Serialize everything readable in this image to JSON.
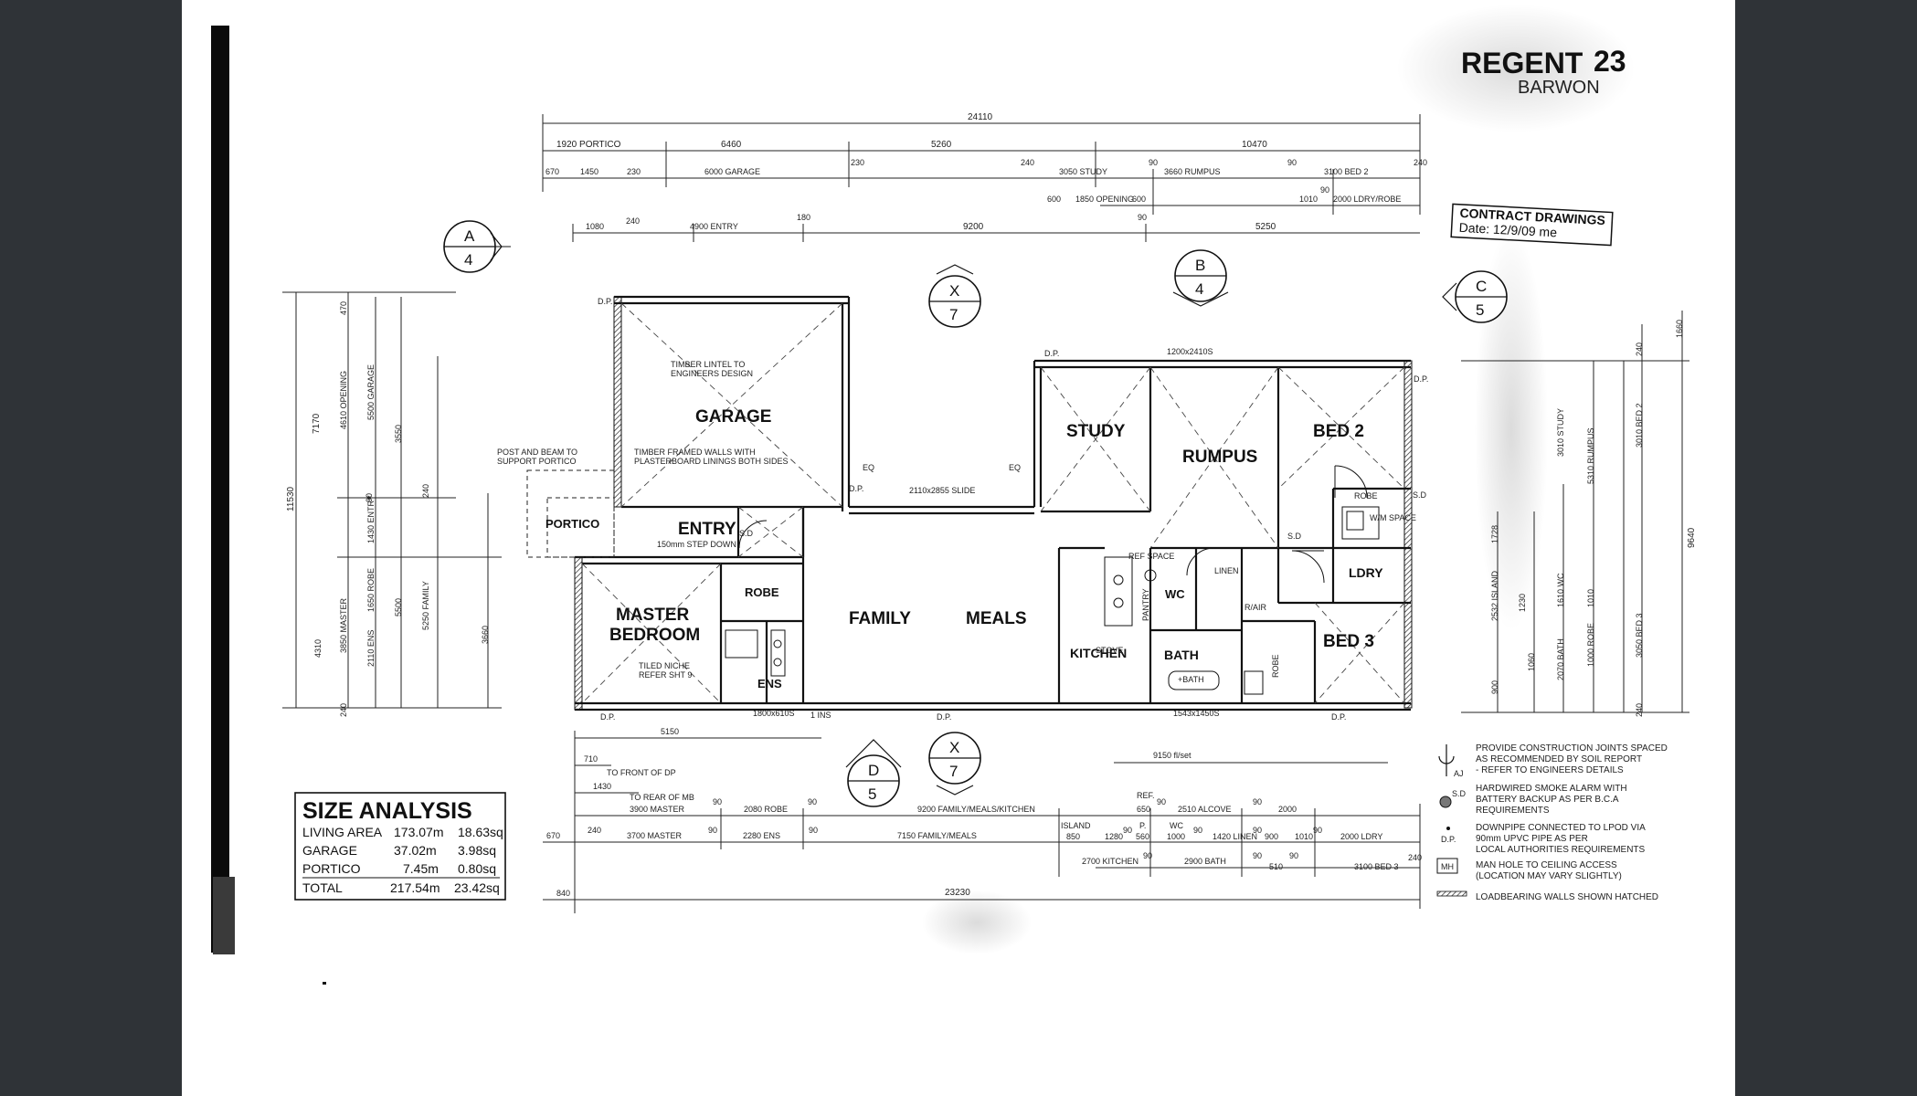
{
  "title": {
    "name": "REGENT",
    "number": "23",
    "subtitle": "BARWON"
  },
  "stamp": {
    "line1": "CONTRACT DRAWINGS",
    "line2": "Date: 12/9/09 me"
  },
  "rooms": {
    "garage": "GARAGE",
    "portico": "PORTICO",
    "entry": "ENTRY",
    "master": "MASTER",
    "bedroom": "BEDROOM",
    "robe": "ROBE",
    "ens": "ENS",
    "family": "FAMILY",
    "meals": "MEALS",
    "study": "STUDY",
    "rumpus": "RUMPUS",
    "bed2": "BED 2",
    "ldry": "LDRY",
    "bed3": "BED 3",
    "kitchen": "KITCHEN",
    "wc": "WC",
    "bath": "BATH",
    "linen": "LINEN",
    "pantry": "PANTRY",
    "ref_space": "REF SPACE",
    "r_air": "R/AIR",
    "robe2": "ROBE",
    "robe3": "ROBE",
    "wm_space": "W/M SPACE",
    "bath_fixture": "+BATH"
  },
  "notes": {
    "timber_lintel": "TIMBER LINTEL TO",
    "engineers_design": "ENGINEERS DESIGN",
    "timber_framed": "TIMBER FRAMED WALLS WITH",
    "plasterboard": "PLASTERBOARD LININGS BOTH SIDES",
    "post_beam": "POST AND BEAM TO",
    "support_portico": "SUPPORT PORTICO",
    "step_down": "150mm STEP DOWN",
    "tiled_niche": "TILED NICHE",
    "refer_sht": "REFER SHT 9",
    "slider_top": "1200x2410S",
    "slider_meals": "2110x2855 SLIDE",
    "slider_bottom": "1543x1450S",
    "win_master": "1800x610S",
    "flat_set": "9150 fl/set",
    "dp1": "D.P.",
    "dp2": "D.P.",
    "dp3": "D.P.",
    "dp4": "D.P.",
    "dp5": "D.P.",
    "dp6": "D.P.",
    "dp7": "D.P.",
    "sd1": "S.D",
    "sd2": "S.D",
    "sd3": "S.D",
    "eq1": "EQ",
    "eq2": "EQ",
    "stove": "STOVE",
    "to_front": "TO FRONT OF DP",
    "to_rear": "TO REAR OF MB",
    "ins": "1 INS"
  },
  "top_dims": {
    "overall": "24110",
    "row1": [
      "1920 PORTICO",
      "6460",
      "5260",
      "10470"
    ],
    "row2": [
      "670",
      "1450",
      "230",
      "6000 GARAGE",
      "230",
      "240",
      "3050 STUDY",
      "90",
      "3660 RUMPUS",
      "90",
      "3100 BED 2",
      "240"
    ],
    "row3": [
      "600",
      "1850 OPENING",
      "600",
      "1010",
      "2000 LDRY/ROBE",
      "90",
      "90"
    ],
    "row4": [
      "1080",
      "240",
      "4900 ENTRY",
      "180",
      "9200",
      "5250"
    ]
  },
  "bottom_dims": {
    "r1": [
      "5150",
      "710",
      "1430"
    ],
    "r2": [
      "3900 MASTER",
      "90",
      "2080 ROBE",
      "90",
      "9200 FAMILY/MEALS/KITCHEN",
      "REF.",
      "650",
      "90",
      "2510 ALCOVE",
      "90",
      "2000"
    ],
    "r3": [
      "670",
      "240",
      "3700 MASTER",
      "90",
      "2280 ENS",
      "90",
      "7150 FAMILY/MEALS",
      "ISLAND",
      "850",
      "1280",
      "90",
      "P.",
      "560",
      "WC",
      "1000",
      "90",
      "1420 LINEN",
      "90",
      "900",
      "1010",
      "90",
      "2000 LDRY"
    ],
    "r4": [
      "2700 KITCHEN",
      "90",
      "2900 BATH",
      "90",
      "510",
      "90",
      "3100 BED 3",
      "240"
    ],
    "overall": "23230",
    "left": "840"
  },
  "left_dims": [
    "7170",
    "4610 OPENING",
    "5500 GARAGE",
    "3550",
    "11530",
    "1430 ENTRY",
    "1650 ROBE",
    "5500",
    "5250 FAMILY",
    "3850 MASTER",
    "2110 ENS",
    "3660",
    "4310",
    "240",
    "470",
    "90",
    "240"
  ],
  "right_dims": [
    "1660",
    "3010 STUDY",
    "5310 RUMPUS",
    "3010 BED 2",
    "9640",
    "2532 ISLAND",
    "1230",
    "1728",
    "1610 WC",
    "1010",
    "2070 BATH",
    "1000 ROBE",
    "3050 BED 3",
    "1060",
    "900",
    "240",
    "240"
  ],
  "section_markers": [
    {
      "letter": "A",
      "sheet": "4"
    },
    {
      "letter": "X",
      "sheet": "7"
    },
    {
      "letter": "B",
      "sheet": "4"
    },
    {
      "letter": "C",
      "sheet": "5"
    },
    {
      "letter": "D",
      "sheet": "5"
    },
    {
      "letter": "X",
      "sheet": "7"
    }
  ],
  "size_analysis": {
    "heading": "SIZE ANALYSIS",
    "rows": [
      {
        "label": "LIVING AREA",
        "m2": "173.07m",
        "sq": "18.63sq"
      },
      {
        "label": "GARAGE",
        "m2": "37.02m",
        "sq": "3.98sq"
      },
      {
        "label": "PORTICO",
        "m2": "7.45m",
        "sq": "0.80sq"
      },
      {
        "label": "TOTAL",
        "m2": "217.54m",
        "sq": "23.42sq"
      }
    ]
  },
  "legend": [
    {
      "symbol": "AJ",
      "lines": [
        "PROVIDE CONSTRUCTION JOINTS SPACED",
        "AS RECOMMENDED BY SOIL REPORT",
        "- REFER TO ENGINEERS DETAILS"
      ]
    },
    {
      "symbol": "S.D",
      "lines": [
        "HARDWIRED SMOKE ALARM WITH",
        "BATTERY BACKUP AS PER B.C.A",
        "REQUIREMENTS"
      ]
    },
    {
      "symbol": "D.P.",
      "lines": [
        "DOWNPIPE CONNECTED TO LPOD VIA",
        "90mm UPVC PIPE AS PER",
        "LOCAL AUTHORITIES REQUIREMENTS"
      ]
    },
    {
      "symbol": "MH",
      "lines": [
        "MAN HOLE TO CEILING ACCESS",
        "(LOCATION MAY VARY SLIGHTLY)"
      ]
    },
    {
      "symbol": "",
      "lines": [
        "LOADBEARING WALLS SHOWN HATCHED"
      ]
    }
  ]
}
